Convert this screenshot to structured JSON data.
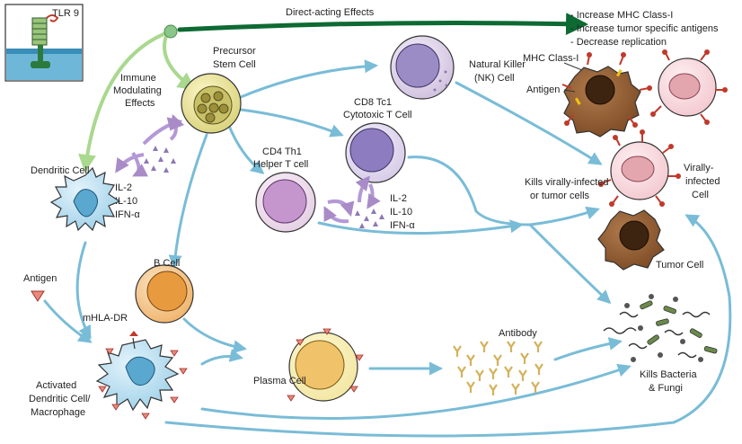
{
  "tlr9": {
    "label": "TLR 9"
  },
  "direct_effects": {
    "label": "Direct-acting Effects",
    "effects": [
      "- Increase MHC Class-I",
      "- Increase tumor specific antigens",
      "- Decrease replication"
    ]
  },
  "immune_modulating": {
    "line1": "Immune",
    "line2": "Modulating",
    "line3": "Effects"
  },
  "precursor": {
    "line1": "Precursor",
    "line2": "Stem Cell"
  },
  "nk": {
    "line1": "Natural Killer",
    "line2": "(NK) Cell"
  },
  "cd8": {
    "line1": "CD8 Tc1",
    "line2": "Cytotoxic T Cell"
  },
  "cd4": {
    "line1": "CD4 Th1",
    "line2": "Helper T cell"
  },
  "dendritic": {
    "label": "Dendritic Cell"
  },
  "cytokines_left": [
    "IL-2",
    "IL-10",
    "IFN-α"
  ],
  "cytokines_center": [
    "IL-2",
    "IL-10",
    "IFN-α"
  ],
  "b_cell": {
    "label": "B Cell"
  },
  "antigen_free": {
    "label": "Antigen"
  },
  "mhla": {
    "label": "mHLA-DR"
  },
  "activated": {
    "line1": "Activated",
    "line2": "Dendritic Cell/",
    "line3": "Macrophage"
  },
  "plasma": {
    "label": "Plasma Cell"
  },
  "antibody": {
    "label": "Antibody"
  },
  "mhc_label": {
    "label": "MHC Class-I"
  },
  "antigen_label": {
    "label": "Antigen"
  },
  "kills_virus": {
    "line1": "Kills virally-infected",
    "line2": "or tumor cells"
  },
  "virally_infected": {
    "line1": "Virally-",
    "line2": "infected",
    "line3": "Cell"
  },
  "tumor_cell": {
    "label": "Tumor Cell"
  },
  "kills_bacteria": {
    "line1": "Kills Bacteria",
    "line2": "& Fungi"
  },
  "colors": {
    "arrow_blue": "#79bcd7",
    "arrow_green_light": "#a9d88f",
    "arrow_green_dark": "#0d6a33",
    "cytokine_purple": "#8d77b5"
  }
}
